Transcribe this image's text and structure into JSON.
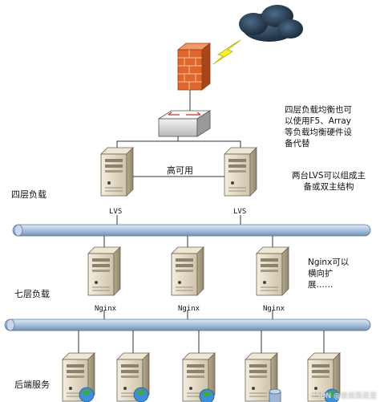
{
  "labels": {
    "layer4": "四层负载",
    "layer7": "七层负载",
    "backend": "后端服务",
    "ha": "高可用",
    "lvs_left": "LVS",
    "lvs_right": "LVS",
    "nginx": [
      "Nginx",
      "Nginx",
      "Nginx"
    ]
  },
  "notes": {
    "hardware": [
      "四层负载均衡也可",
      "以使用F5、Array",
      "等负载均衡硬件设",
      "备代替"
    ],
    "lvs": [
      "两台LVS可以组成主",
      "备或双主结构"
    ],
    "nginx": [
      "Nginx可以",
      "横向扩",
      "展……"
    ]
  },
  "watermark": "CSDN @偷偷菜星星",
  "colors": {
    "bus": "#a9c2de",
    "cloud": "#1f3346",
    "firewall": "#e0672b",
    "server": "#d9cfb8"
  }
}
